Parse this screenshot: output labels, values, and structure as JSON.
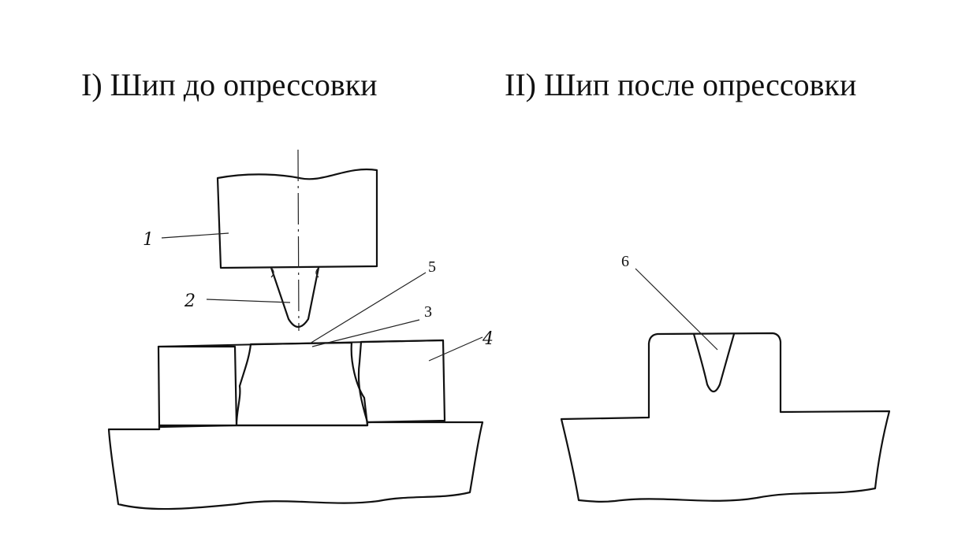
{
  "titles": {
    "left": "I) Шип до опрессовки",
    "right": "II) Шип после опрессовки"
  },
  "labels": {
    "l1": "1",
    "l2": "2",
    "l3": "3",
    "l4": "4",
    "l5": "5",
    "l6": "6"
  }
}
